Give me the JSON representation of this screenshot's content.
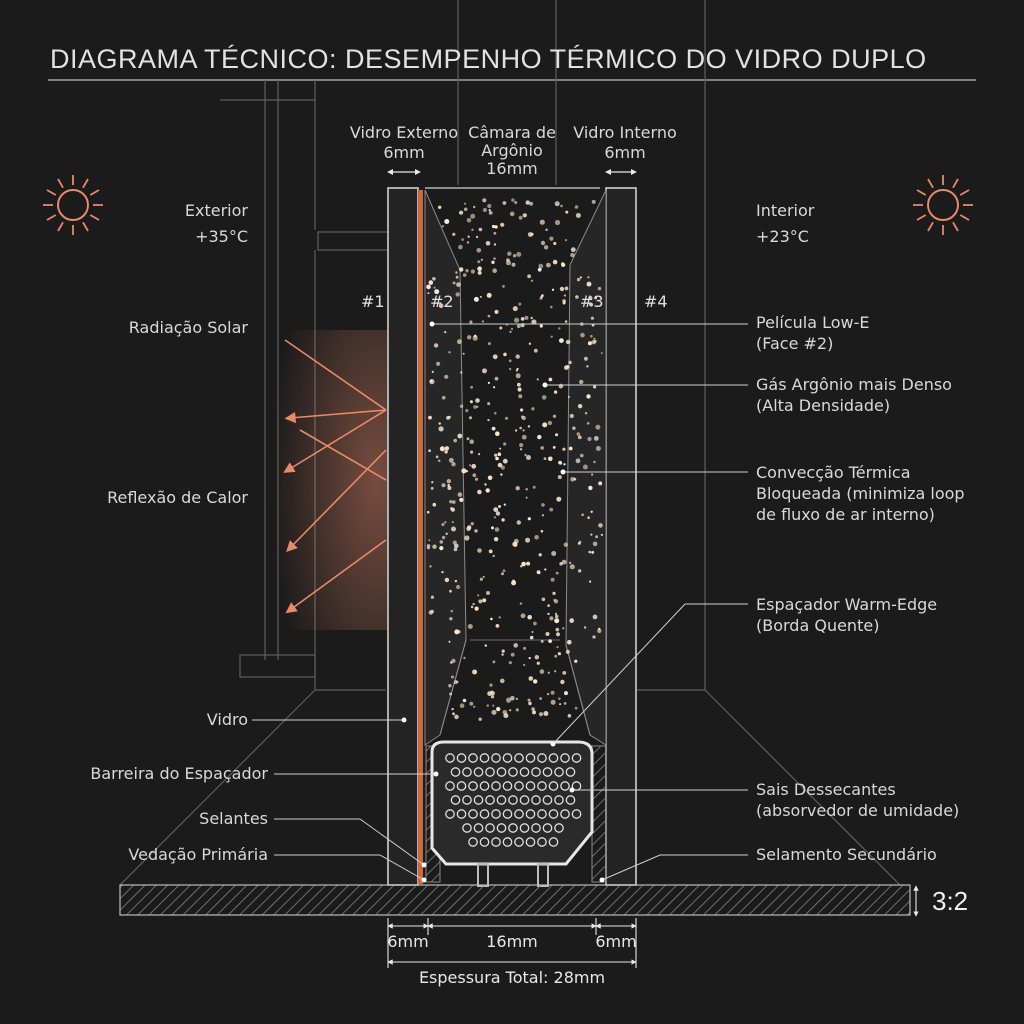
{
  "title": "DIAGRAMA TÉCNICO: DESEMPENHO TÉRMICO DO VIDRO DUPLO",
  "top_labels": {
    "outer_glass": [
      "Vidro Externo",
      "6mm"
    ],
    "chamber": [
      "Câmara de",
      "Argônio",
      "16mm"
    ],
    "inner_glass": [
      "Vidro Interno",
      "6mm"
    ]
  },
  "exterior": {
    "label": "Exterior",
    "temp": "+35°C"
  },
  "interior": {
    "label": "Interior",
    "temp": "+23°C"
  },
  "faces": [
    "#1",
    "#2",
    "#3",
    "#4"
  ],
  "left_labels": {
    "solar": "Radiação Solar",
    "heat_reflection": "Reflexão de Calor",
    "glass": "Vidro",
    "spacer_barrier": "Barreira do Espaçador",
    "sealants": "Selantes",
    "primary_seal": "Vedação Primária"
  },
  "right_labels": {
    "lowe": [
      "Película Low-E",
      "(Face #2)"
    ],
    "argon": [
      "Gás Argônio mais Denso",
      "(Alta Densidade)"
    ],
    "convection": [
      "Convecção Térmica",
      "Bloqueada (minimiza loop",
      "de fluxo de ar interno)"
    ],
    "spacer": [
      "Espaçador Warm-Edge",
      "(Borda Quente)"
    ],
    "desiccant": [
      "Sais Dessecantes",
      "(absorvedor de umidade)"
    ],
    "secondary_seal": "Selamento Secundário"
  },
  "dimensions": {
    "outer": "6mm",
    "chamber": "16mm",
    "inner": "6mm",
    "total": "Espessura Total: 28mm"
  },
  "ratio": "3:2",
  "colors": {
    "background": "#1b1b1b",
    "line": "#d0d0d0",
    "accent": "#e8896a",
    "lowe_film": "#c96a3c",
    "dots": "#ffe9cf"
  },
  "icons": {
    "sun": "sun-icon",
    "arrow": "heat-arrow-icon"
  }
}
